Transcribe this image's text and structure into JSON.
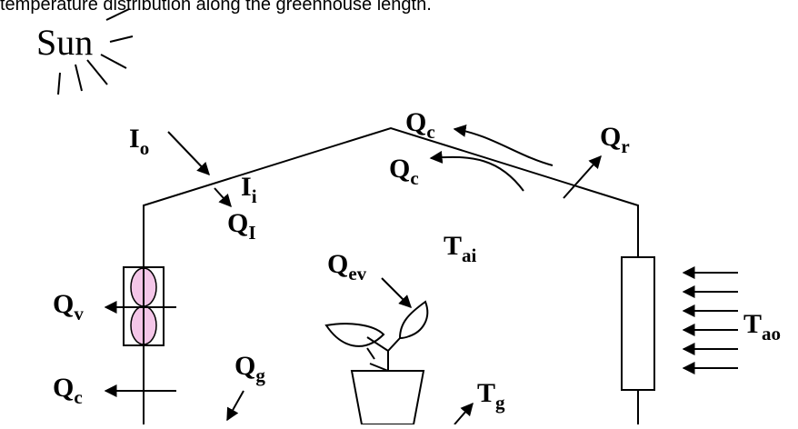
{
  "caption": "temperature distribution along the greenhouse length.",
  "sun_label": "Sun",
  "labels": {
    "Io": {
      "main": "I",
      "sub": "o"
    },
    "Ii": {
      "main": "I",
      "sub": "i"
    },
    "QI": {
      "main": "Q",
      "sub": "I"
    },
    "Qc_top": {
      "main": "Q",
      "sub": "c"
    },
    "Qc_mid": {
      "main": "Q",
      "sub": "c"
    },
    "Qc_left": {
      "main": "Q",
      "sub": "c"
    },
    "Qr": {
      "main": "Q",
      "sub": "r"
    },
    "Tai": {
      "main": "T",
      "sub": "ai"
    },
    "Qev": {
      "main": "Q",
      "sub": "ev"
    },
    "Qv": {
      "main": "Q",
      "sub": "v"
    },
    "Qg": {
      "main": "Q",
      "sub": "g"
    },
    "Tg": {
      "main": "T",
      "sub": "g"
    },
    "Tao": {
      "main": "T",
      "sub": "ao"
    }
  },
  "colors": {
    "line": "#000000",
    "fan_fill": "#f4c6e8"
  }
}
